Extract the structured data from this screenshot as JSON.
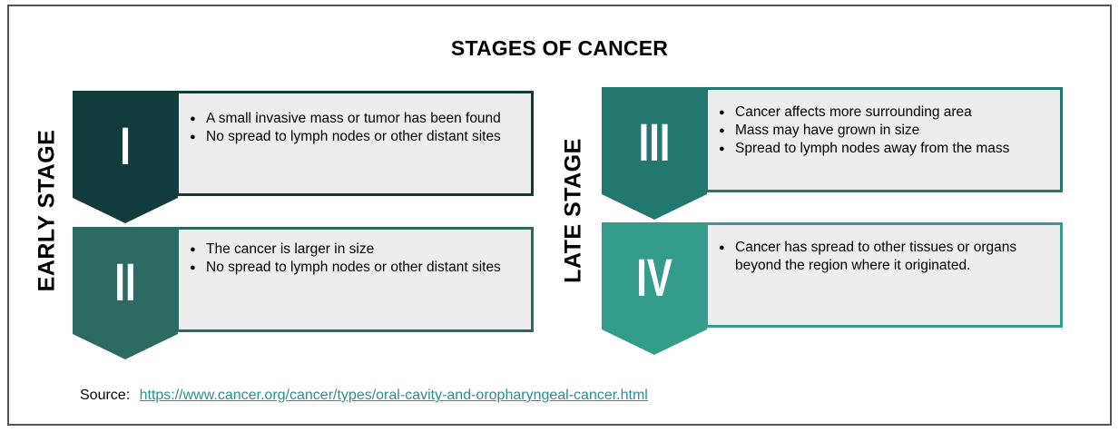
{
  "title": "STAGES OF CANCER",
  "groups": {
    "early": "EARLY STAGE",
    "late": "LATE STAGE"
  },
  "stages": [
    {
      "numeral": "I",
      "color": "#123c3b",
      "points": [
        "A small invasive mass or tumor has been found",
        "No spread to lymph nodes or other distant sites"
      ]
    },
    {
      "numeral": "II",
      "color": "#2d6b62",
      "points": [
        "The cancer is larger in size",
        "No spread to lymph nodes or other distant sites"
      ]
    },
    {
      "numeral": "III",
      "color": "#22786f",
      "points": [
        "Cancer affects more surrounding area",
        "Mass may have grown in size",
        "Spread to lymph nodes away from the mass"
      ]
    },
    {
      "numeral": "IV",
      "color": "#339c8a",
      "points": [
        "Cancer has spread to other tissues or organs beyond the region where it originated."
      ]
    }
  ],
  "source": {
    "label": "Source:",
    "url": "https://www.cancer.org/cancer/types/oral-cavity-and-oropharyngeal-cancer.html"
  }
}
